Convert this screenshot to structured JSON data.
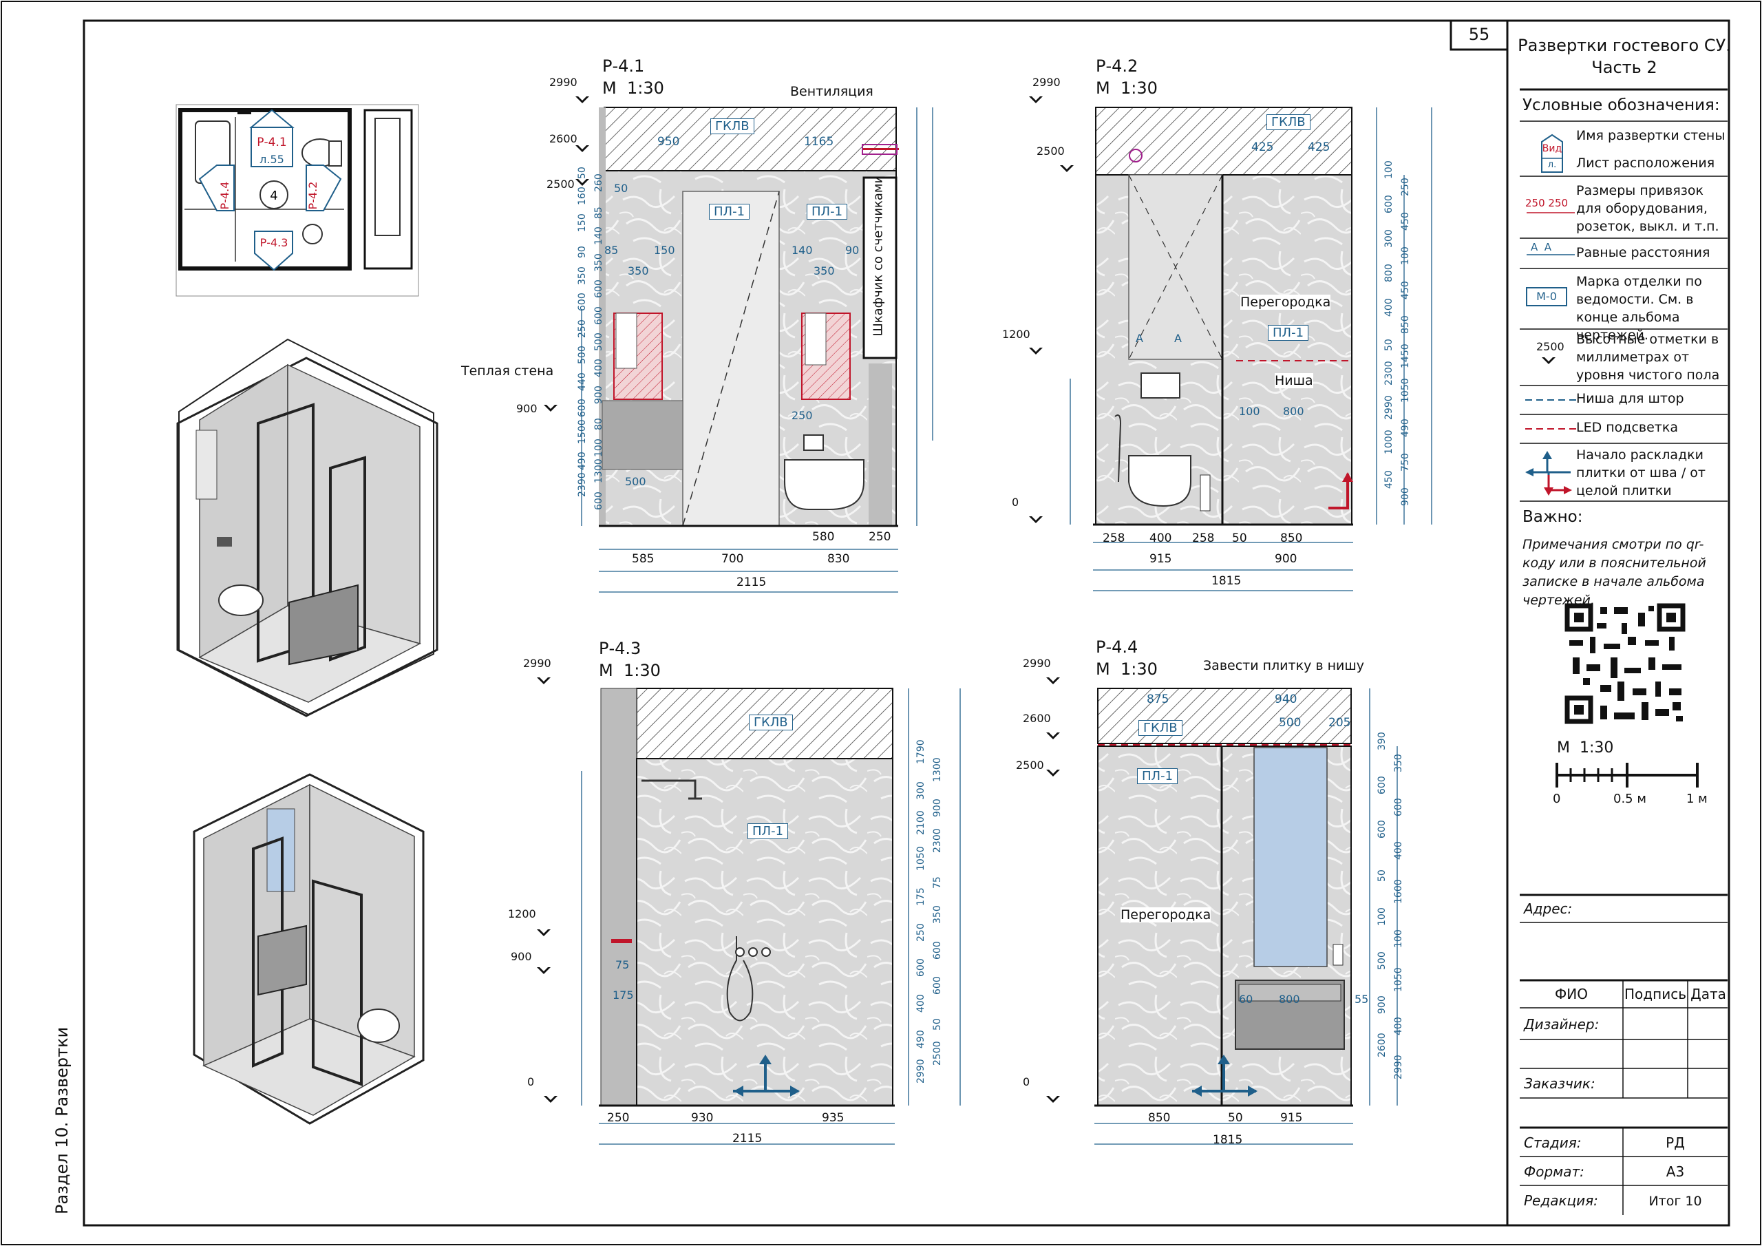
{
  "section_label": "Раздел 10. Развертки",
  "page_number": "55",
  "title": {
    "line1": "Развертки гостевого СУ.",
    "line2": "Часть 2"
  },
  "legend": {
    "header": "Условные обозначения:",
    "items": [
      {
        "symbol_text": "Вид",
        "symbol_sub": "л.",
        "label_a": "Имя развертки стены",
        "label_b": "Лист расположения"
      },
      {
        "symbol_text": "250 250",
        "label": "Размеры привязок для оборудования, розеток, выкл. и т.п."
      },
      {
        "symbol_text": "A  A",
        "label": "Равные расстояния"
      },
      {
        "symbol_text": "М-0",
        "label": "Марка отделки по ведомости. См. в конце альбома чертежей."
      },
      {
        "symbol_text": "2500",
        "label": "Высотные отметки в миллиметрах от уровня чистого пола"
      },
      {
        "label": "Ниша для штор"
      },
      {
        "label": "LED подсветка"
      },
      {
        "label": "Начало раскладки плитки от шва / от целой плитки"
      }
    ]
  },
  "important": {
    "header": "Важно:",
    "text": "Примечания смотри по qr-коду или в пояснительной записке в начале альбома чертежей."
  },
  "scale_bar": {
    "label": "М  1:30",
    "ticks": [
      "0",
      "0.5 м",
      "1 м"
    ]
  },
  "address_label": "Адрес:",
  "signature_table": {
    "headers": [
      "ФИО",
      "Подпись",
      "Дата"
    ],
    "rows": [
      "Дизайнер:",
      "Заказчик:"
    ]
  },
  "stamp": [
    {
      "label": "Стадия:",
      "value": "РД"
    },
    {
      "label": "Формат:",
      "value": "А3"
    },
    {
      "label": "Редакция:",
      "value": "Итог 10"
    }
  ],
  "plan": {
    "tags": [
      {
        "name": "Р-4.1",
        "sheet": "л.55"
      },
      {
        "name": "Р-4.2"
      },
      {
        "name": "Р-4.3"
      },
      {
        "name": "Р-4.4"
      }
    ],
    "room_number": "4"
  },
  "views": [
    {
      "id": "Р-4.1",
      "scale": "М  1:30",
      "levels": [
        "2990",
        "2600",
        "2500",
        "900"
      ],
      "labels": [
        "Вентиляция",
        "ГКЛВ",
        "ПЛ-1",
        "ПЛ-1",
        "Шкафчик со счетчиками",
        "Теплая стена"
      ],
      "dims_top": [
        "950",
        "1165"
      ],
      "dims_bottom": [
        "585",
        "700",
        "830"
      ],
      "dims_mid": [
        "580",
        "250"
      ],
      "total": "2115",
      "dims_misc": [
        "50",
        "260",
        "160",
        "85",
        "150",
        "140",
        "90",
        "350",
        "350",
        "600",
        "600",
        "600",
        "250",
        "500",
        "500",
        "400",
        "440",
        "900",
        "600",
        "80",
        "1500",
        "100",
        "490",
        "1300",
        "2390",
        "600"
      ]
    },
    {
      "id": "Р-4.2",
      "scale": "М  1:30",
      "levels": [
        "2990",
        "2500",
        "1200",
        "0"
      ],
      "labels": [
        "ГКЛВ",
        "Перегородка",
        "ПЛ-1",
        "Ниша",
        "A",
        "A"
      ],
      "dims_top": [
        "425",
        "425"
      ],
      "dims_bottom": [
        "915",
        "900"
      ],
      "dims_mid": [
        "258",
        "400",
        "258",
        "50",
        "850"
      ],
      "total": "1815",
      "dims_misc": [
        "100",
        "250",
        "600",
        "450",
        "300",
        "100",
        "800",
        "450",
        "400",
        "850",
        "50",
        "1450",
        "2300",
        "1050",
        "2990",
        "490",
        "1000",
        "750",
        "450",
        "900"
      ]
    },
    {
      "id": "Р-4.3",
      "scale": "М  1:30",
      "levels": [
        "2990",
        "1200",
        "900",
        "0"
      ],
      "labels": [
        "ГКЛВ",
        "ПЛ-1"
      ],
      "dims_top": [],
      "dims_bottom": [
        "250",
        "930",
        "935"
      ],
      "dims_mid": [],
      "total": "2115",
      "dims_misc": [
        "1790",
        "1300",
        "300",
        "900",
        "2100",
        "2300",
        "1050",
        "75",
        "175",
        "350",
        "250",
        "600",
        "600",
        "600",
        "400",
        "50",
        "490",
        "2500",
        "2990"
      ]
    },
    {
      "id": "Р-4.4",
      "scale": "М  1:30",
      "levels": [
        "2990",
        "2600",
        "2500",
        "0"
      ],
      "labels": [
        "Завести плитку в нишу",
        "ГКЛВ",
        "ПЛ-1",
        "Перегородка"
      ],
      "dims_top": [
        "875",
        "940",
        "500",
        "205"
      ],
      "dims_bottom": [
        "850",
        "50",
        "915"
      ],
      "dims_mid": [
        "60",
        "800",
        "55"
      ],
      "total": "1815",
      "dims_misc": [
        "390",
        "350",
        "600",
        "600",
        "600",
        "400",
        "50",
        "1600",
        "100",
        "100",
        "500",
        "1050",
        "900",
        "400",
        "2600",
        "2990"
      ]
    }
  ],
  "colors": {
    "line": "#111111",
    "dim": "#1f5f8a",
    "accent_red": "#c0152a",
    "hatch": "#555555",
    "tile": "#d9d9d9",
    "glass": "#b7cde6"
  }
}
